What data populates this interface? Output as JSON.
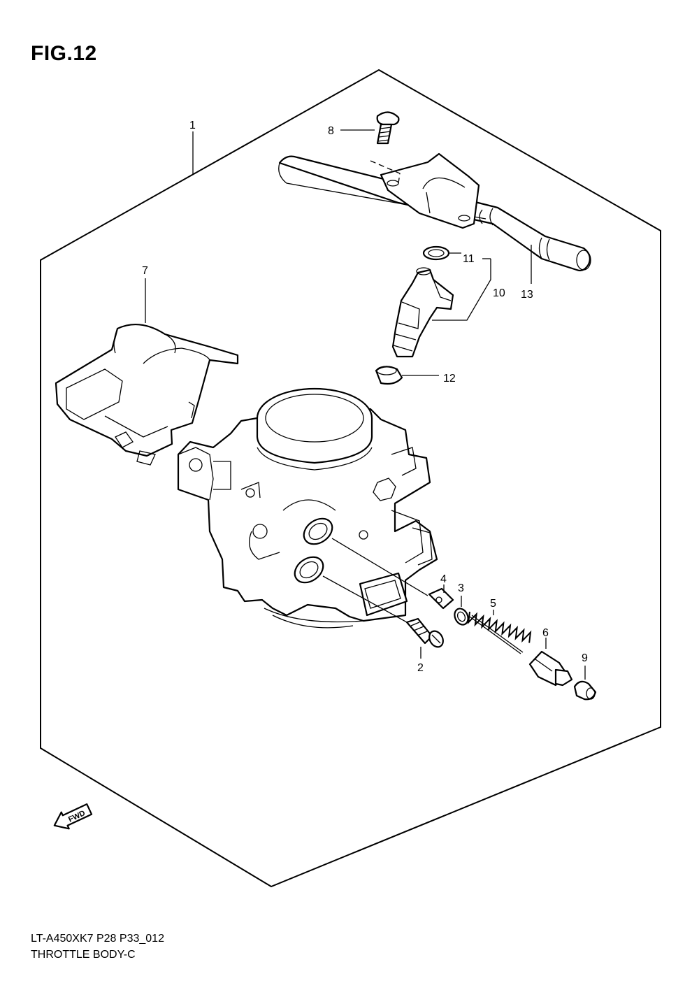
{
  "figure": {
    "title": "FIG.12"
  },
  "callouts": [
    {
      "id": "1",
      "label": "1"
    },
    {
      "id": "2",
      "label": "2"
    },
    {
      "id": "3",
      "label": "3"
    },
    {
      "id": "4",
      "label": "4"
    },
    {
      "id": "5",
      "label": "5"
    },
    {
      "id": "6",
      "label": "6"
    },
    {
      "id": "7",
      "label": "7"
    },
    {
      "id": "8",
      "label": "8"
    },
    {
      "id": "9",
      "label": "9"
    },
    {
      "id": "10",
      "label": "10"
    },
    {
      "id": "11",
      "label": "11"
    },
    {
      "id": "12",
      "label": "12"
    },
    {
      "id": "13",
      "label": "13"
    }
  ],
  "direction_marker": {
    "text": "FWD",
    "icon": "fwd-arrow-icon"
  },
  "footer": {
    "model_code": "LT-A450XK7  P28  P33_012",
    "diagram_name": "THROTTLE BODY-C"
  }
}
